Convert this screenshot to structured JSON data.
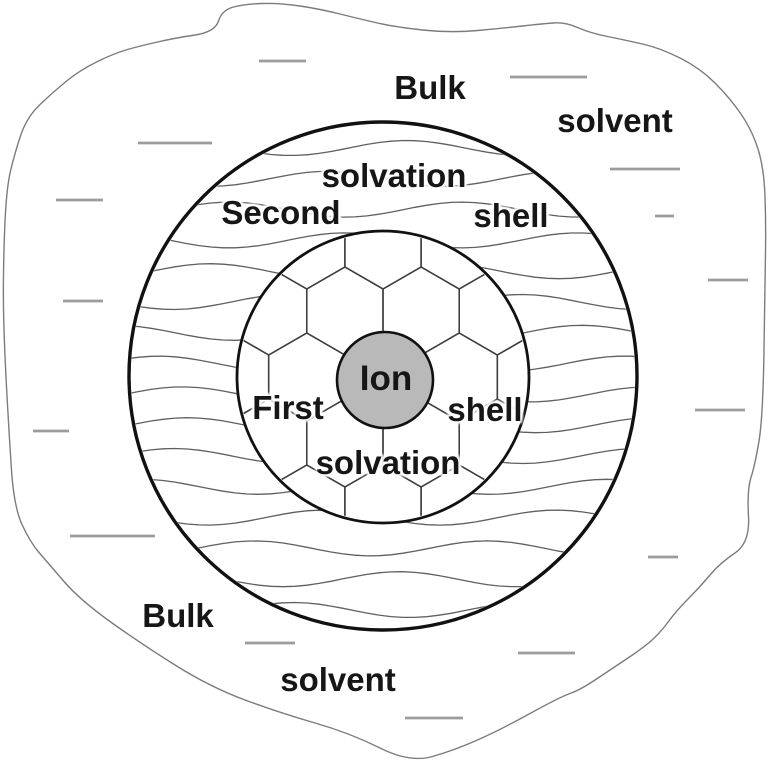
{
  "title": "Ion solvation shells diagram",
  "regions": {
    "bulk_top": {
      "word1": "Bulk",
      "word2": "solvent"
    },
    "second_shell": {
      "word1": "Second",
      "word2": "solvation",
      "word3": "shell"
    },
    "first_shell": {
      "word1": "First",
      "word2": "solvation",
      "word3": "shell"
    },
    "ion": {
      "label": "Ion"
    },
    "bulk_bottom": {
      "word1": "Bulk",
      "word2": "solvent"
    }
  },
  "colors": {
    "ion_fill": "#b9b9b9",
    "circle_stroke": "#111111",
    "wave_stroke": "#5f5f5f",
    "hex_stroke": "#3f3f3f",
    "blob_stroke": "#7c7c7c",
    "dash_stroke": "#9c9c9c",
    "background": "#ffffff"
  }
}
